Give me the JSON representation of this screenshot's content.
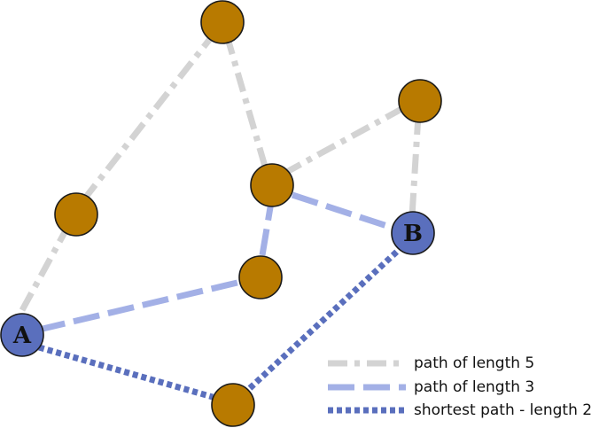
{
  "colors": {
    "path_length_5": "#d3d3d3",
    "path_length_3": "#a3b0e6",
    "shortest_path": "#5a6fbd",
    "node_fill": "#b87a00",
    "endpoint_fill": "#5a6fbd",
    "node_outline": "#1a1a1a"
  },
  "nodes": {
    "a": {
      "label": "A"
    },
    "b": {
      "label": "B"
    }
  },
  "legend": [
    {
      "label": "path of length 5",
      "style": "dash-dot",
      "color_key": "path_length_5"
    },
    {
      "label": "path of length 3",
      "style": "long-dash",
      "color_key": "path_length_3"
    },
    {
      "label": "shortest path - length 2",
      "style": "dotted",
      "color_key": "shortest_path"
    }
  ]
}
